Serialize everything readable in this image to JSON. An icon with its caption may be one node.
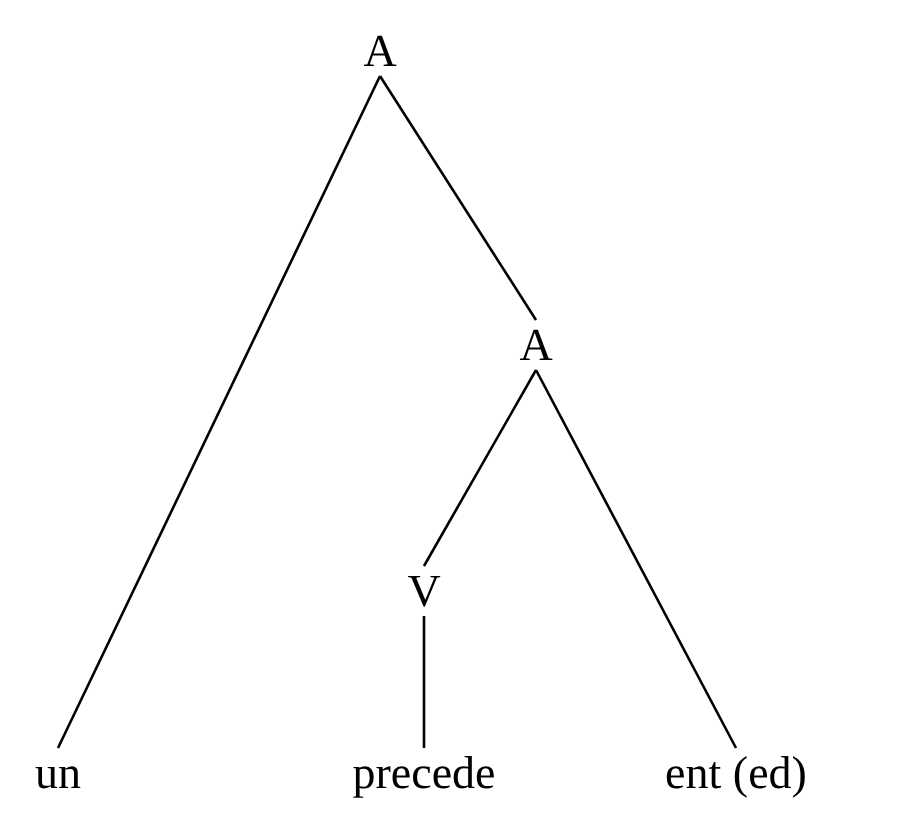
{
  "diagram": {
    "nodes": [
      {
        "text": [
          "A"
        ]
      },
      {
        "text": [
          "A"
        ]
      },
      {
        "text": [
          "V"
        ]
      },
      {
        "text": [
          "un"
        ]
      },
      {
        "text": [
          "precede"
        ]
      },
      {
        "text": [
          "ent (ed)"
        ]
      }
    ],
    "edges": [
      {
        "from": 0,
        "to": 3,
        "arrow": "none"
      },
      {
        "from": 0,
        "to": 1,
        "arrow": "none"
      },
      {
        "from": 1,
        "to": 2,
        "arrow": "none"
      },
      {
        "from": 1,
        "to": 5,
        "arrow": "none"
      },
      {
        "from": 2,
        "to": 4,
        "arrow": "none"
      }
    ]
  }
}
